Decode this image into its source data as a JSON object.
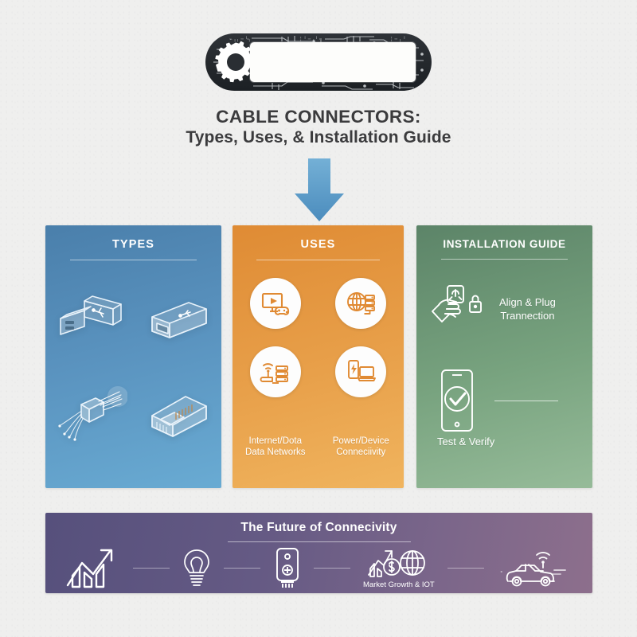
{
  "header": {
    "banner_icon": "gear-icon",
    "banner_style": "circuit-board",
    "title_line1": "CABLE CONNECTORS:",
    "title_line2": "Types, Uses, & Installation Guide",
    "title_color": "#3b3b3d",
    "arrow_icon": "down-arrow-icon",
    "arrow_color_top": "#6aa7cf",
    "arrow_color_bottom": "#4e8fbf"
  },
  "columns": [
    {
      "id": "types",
      "title": "TYPES",
      "accent": "#4a7fab",
      "items": [
        {
          "label": "usb-a-connector",
          "icon": "usb-a-icon"
        },
        {
          "label": "hdmi-connector",
          "icon": "hdmi-icon"
        },
        {
          "label": "fiber-optic-cable",
          "icon": "fiber-optic-icon"
        },
        {
          "label": "rj45-connector",
          "icon": "rj45-icon"
        }
      ]
    },
    {
      "id": "uses",
      "title": "USES",
      "accent": "#df8b34",
      "icons": [
        {
          "icon": "monitor-gamepad-icon"
        },
        {
          "icon": "globe-server-icon"
        },
        {
          "icon": "router-server-icon"
        },
        {
          "icon": "phone-laptop-power-icon"
        }
      ],
      "labels": [
        {
          "line1": "Internet/Dota",
          "line2": "Data Networks"
        },
        {
          "line1": "Power/Device",
          "line2": "Conneciivity"
        }
      ]
    },
    {
      "id": "install",
      "title": "INSTALLATION GUIDE",
      "accent": "#5c8468",
      "steps": [
        {
          "icon": "hand-plug-lock-icon",
          "line1": "Align & Plug",
          "line2": "Trannection"
        },
        {
          "icon": "phone-check-icon",
          "caption": "Test & Verify"
        }
      ]
    }
  ],
  "footer": {
    "title": "The Future of Connecivity",
    "gradient_start": "#56507c",
    "gradient_end": "#8d6f8c",
    "icons": [
      {
        "icon": "growth-chart-arrow-icon",
        "label": ""
      },
      {
        "icon": "lightbulb-icon",
        "label": ""
      },
      {
        "icon": "sensor-device-icon",
        "label": ""
      },
      {
        "icon": "market-globe-icon",
        "label": "Market Growth & IOT"
      },
      {
        "icon": "smart-car-wifi-icon",
        "label": ""
      }
    ]
  }
}
